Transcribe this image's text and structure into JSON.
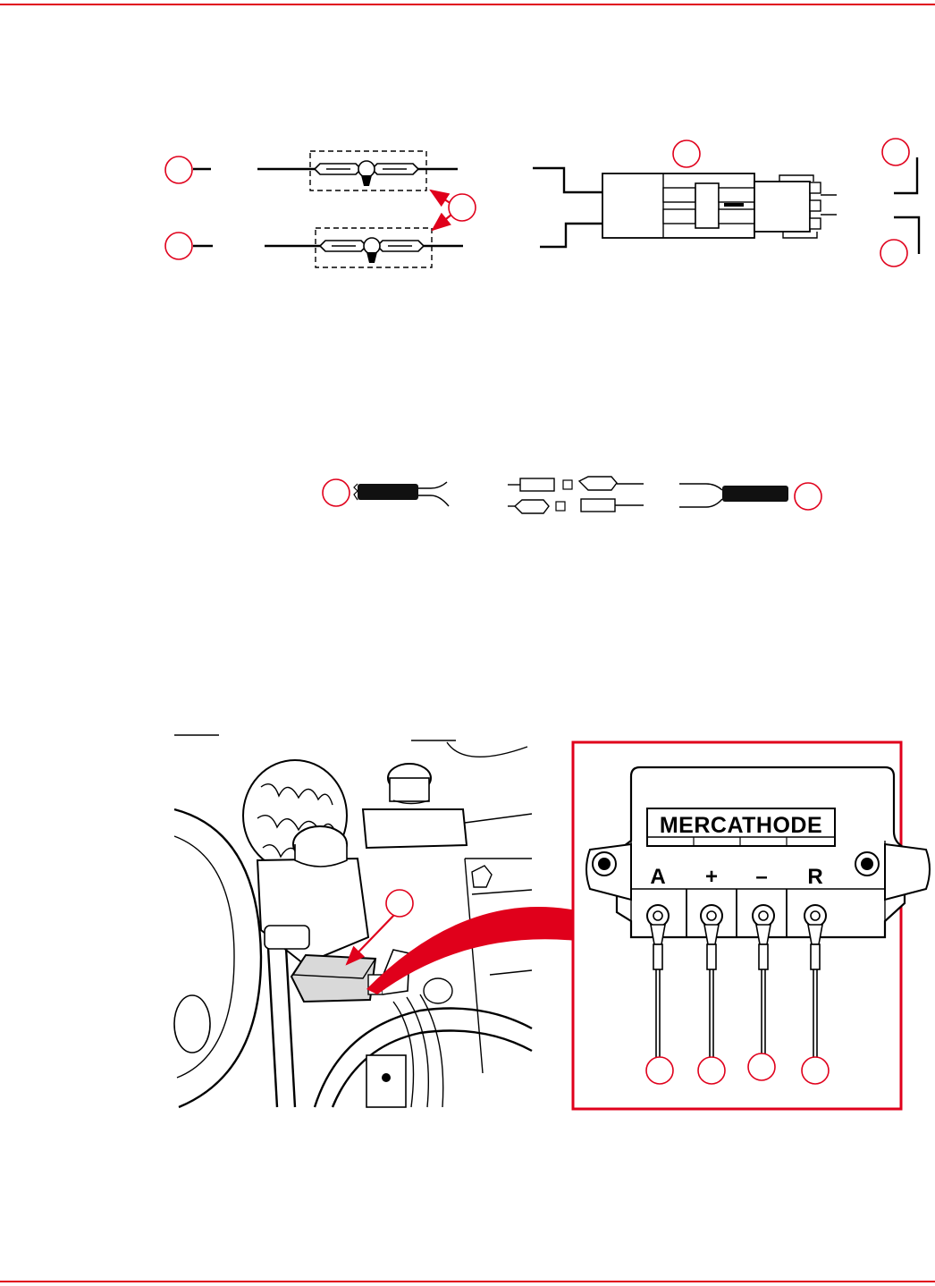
{
  "colors": {
    "accent": "#e0001b",
    "ink": "#000000",
    "housing_fill": "#d9d9d9",
    "paper": "#ffffff"
  },
  "mercathode": {
    "brand_label": "MERCATHODE",
    "terminals": [
      {
        "label": "A"
      },
      {
        "label": "+"
      },
      {
        "label": "–"
      },
      {
        "label": "R"
      }
    ]
  }
}
